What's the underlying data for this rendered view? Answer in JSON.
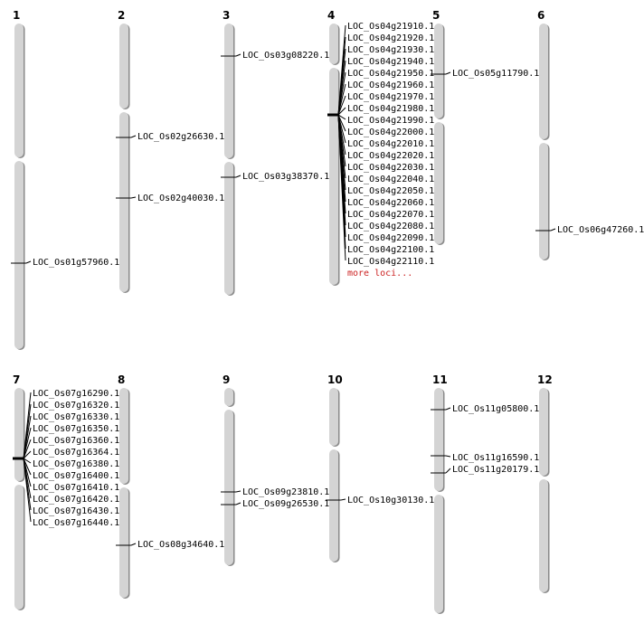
{
  "colors": {
    "chromosome": "#d4d4d4",
    "chromosome_shadow": "#8a8a8a",
    "marker": "#000000",
    "more_link": "#cc2222"
  },
  "chromosomes": [
    {
      "name": "1",
      "loci": [
        "LOC_Os01g57960.1"
      ]
    },
    {
      "name": "2",
      "loci": [
        "LOC_Os02g26630.1",
        "LOC_Os02g40030.1"
      ]
    },
    {
      "name": "3",
      "loci": [
        "LOC_Os03g08220.1",
        "LOC_Os03g38370.1"
      ]
    },
    {
      "name": "4",
      "loci": [
        "LOC_Os04g21910.1",
        "LOC_Os04g21920.1",
        "LOC_Os04g21930.1",
        "LOC_Os04g21940.1",
        "LOC_Os04g21950.1",
        "LOC_Os04g21960.1",
        "LOC_Os04g21970.1",
        "LOC_Os04g21980.1",
        "LOC_Os04g21990.1",
        "LOC_Os04g22000.1",
        "LOC_Os04g22010.1",
        "LOC_Os04g22020.1",
        "LOC_Os04g22030.1",
        "LOC_Os04g22040.1",
        "LOC_Os04g22050.1",
        "LOC_Os04g22060.1",
        "LOC_Os04g22070.1",
        "LOC_Os04g22080.1",
        "LOC_Os04g22090.1",
        "LOC_Os04g22100.1",
        "LOC_Os04g22110.1"
      ],
      "more": "more loci..."
    },
    {
      "name": "5",
      "loci": [
        "LOC_Os05g11790.1"
      ]
    },
    {
      "name": "6",
      "loci": [
        "LOC_Os06g47260.1"
      ]
    },
    {
      "name": "7",
      "loci": [
        "LOC_Os07g16290.1",
        "LOC_Os07g16320.1",
        "LOC_Os07g16330.1",
        "LOC_Os07g16350.1",
        "LOC_Os07g16360.1",
        "LOC_Os07g16364.1",
        "LOC_Os07g16380.1",
        "LOC_Os07g16400.1",
        "LOC_Os07g16410.1",
        "LOC_Os07g16420.1",
        "LOC_Os07g16430.1",
        "LOC_Os07g16440.1"
      ]
    },
    {
      "name": "8",
      "loci": [
        "LOC_Os08g34640.1"
      ]
    },
    {
      "name": "9",
      "loci": [
        "LOC_Os09g23810.1",
        "LOC_Os09g26530.1"
      ]
    },
    {
      "name": "10",
      "loci": [
        "LOC_Os10g30130.1"
      ]
    },
    {
      "name": "11",
      "loci": [
        "LOC_Os11g05800.1",
        "LOC_Os11g16590.1",
        "LOC_Os11g20179.1"
      ]
    },
    {
      "name": "12",
      "loci": []
    }
  ]
}
